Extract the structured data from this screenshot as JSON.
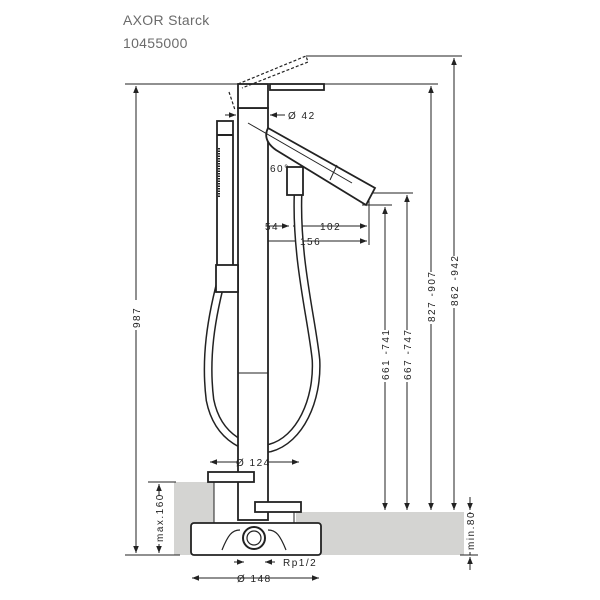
{
  "header": {
    "brand": "AXOR Starck",
    "article_number": "10455000"
  },
  "dimensions": {
    "diameter_top": "Ø 42",
    "angle": "60°",
    "d54": "54",
    "d102": "102",
    "d156": "156",
    "height_total": "987",
    "spout_h1": "661 -741",
    "spout_h2": "667 -747",
    "lever_h": "827 -907",
    "lever_open_h": "862 -942",
    "diameter_base": "Ø 124",
    "max_depth": "max.160",
    "min_floor": "min.80",
    "thread": "Rp1/2",
    "diameter_box": "Ø 148"
  },
  "colors": {
    "floor": "#d4d4d2",
    "line": "#222222"
  }
}
